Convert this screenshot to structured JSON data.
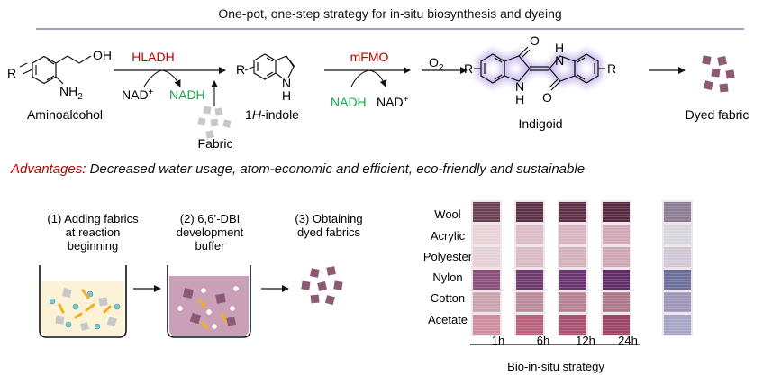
{
  "title": "One-pot, one-step strategy for in-situ biosynthesis and dyeing",
  "colors": {
    "rule": "#7a5aa0",
    "enzyme_red": "#c00000",
    "nadh_green": "#1aa34a",
    "advantages_red": "#c00000",
    "fabric_purple": "#8c5a72",
    "fabric_gray": "#c8c8c8",
    "glow": "#b8a8e8",
    "buffer_liquid": "#c9a0b6",
    "reaction_liquid": "#fbf2d8"
  },
  "scheme": {
    "reactant_label": "Aminoalcohol",
    "oh": "OH",
    "nh2": "NH",
    "nh2_sub": "2",
    "r": "R",
    "enzyme1": "HLADH",
    "nad_plus_1": "NAD",
    "nadh_1": "NADH",
    "fabric_label": "Fabric",
    "intermediate_label_prefix": "1",
    "intermediate_label_italic": "H",
    "intermediate_label_suffix": "-indole",
    "indole_nh": "N",
    "indole_h": "H",
    "enzyme2": "mFMO",
    "nadh_2": "NADH",
    "nad_plus_2": "NAD",
    "plus": "+",
    "o2": "O",
    "o2_sub": "2",
    "product_label": "Indigoid",
    "product_o": "O",
    "product_nh": "H",
    "product_n": "N",
    "dyed_label": "Dyed fabric"
  },
  "advantages": {
    "lead": "Advantages",
    "text": ": Decreased water usage, atom-economic and efficient, eco-friendly and sustainable"
  },
  "steps": [
    {
      "lines": [
        "(1) Adding fabrics",
        "at reaction",
        "beginning"
      ]
    },
    {
      "lines": [
        "(2) 6,6’-DBI",
        "development",
        "buffer"
      ]
    },
    {
      "lines": [
        "(3) Obtaining",
        "dyed fabrics"
      ]
    }
  ],
  "fabric_rows": [
    "Wool",
    "Acrylic",
    "Polyester",
    "Nylon",
    "Cotton",
    "Acetate"
  ],
  "time_labels": [
    "1h",
    "6h",
    "12h",
    "24h"
  ],
  "axis_caption": "Bio-in-situ strategy"
}
